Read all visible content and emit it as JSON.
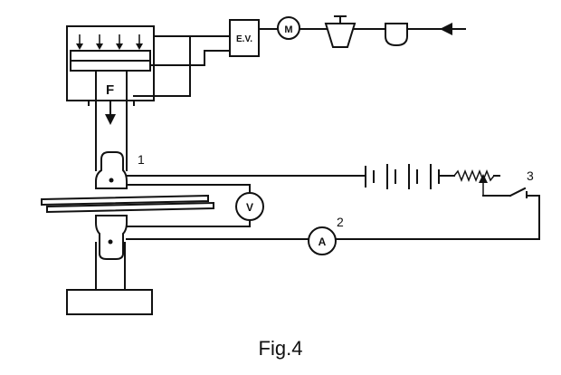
{
  "labels": {
    "force": "F",
    "valve": "E.V.",
    "motor": "M",
    "voltmeter": "V",
    "ammeter": "A",
    "callout_1": "1",
    "callout_2": "2",
    "callout_3": "3"
  },
  "caption": "Fig.4"
}
